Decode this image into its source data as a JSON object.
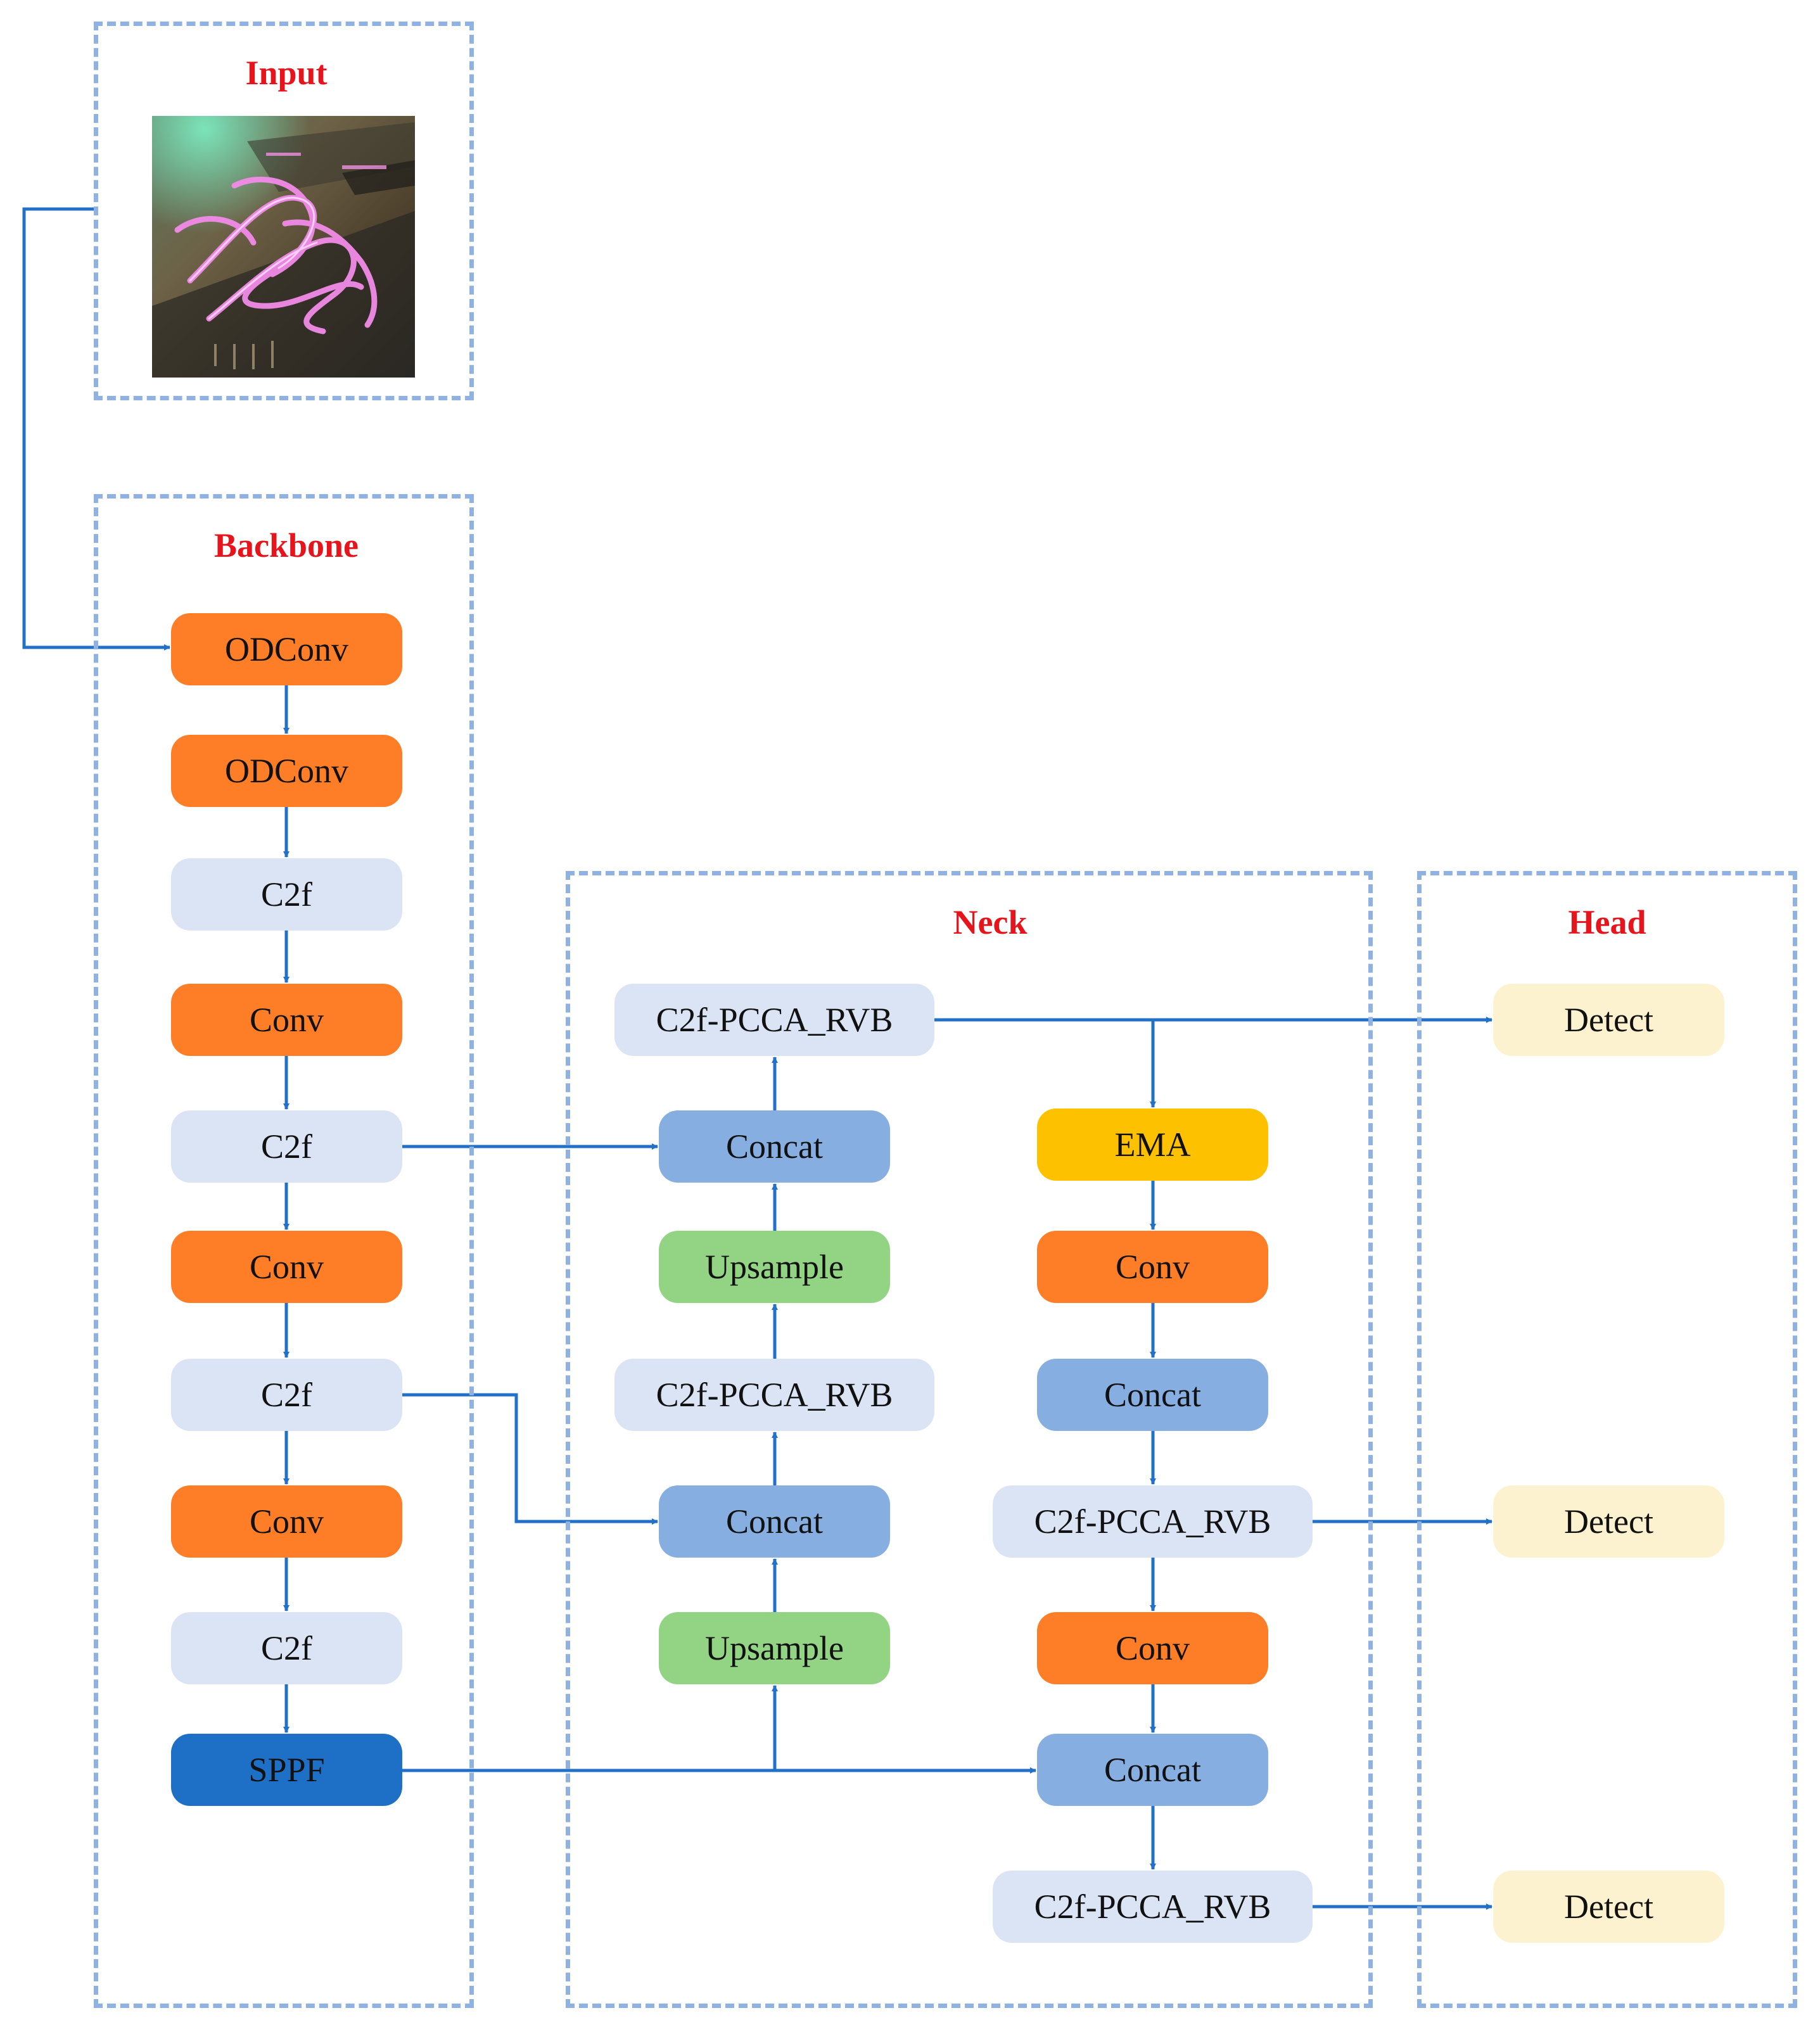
{
  "colors": {
    "frame": "#8fb2e2",
    "title": "#e8141b",
    "arrow": "#2370c9",
    "orange": "#fd7e26",
    "light": "#dbe4f4",
    "concat": "#86aee0",
    "green": "#93d384",
    "yellow": "#fec100",
    "sppf": "#1e6fc6",
    "detect": "#fdf2cf"
  },
  "groups": {
    "input": "Input",
    "backbone": "Backbone",
    "neck": "Neck",
    "head": "Head"
  },
  "backbone": [
    {
      "label": "ODConv",
      "style": "orange"
    },
    {
      "label": "ODConv",
      "style": "orange"
    },
    {
      "label": "C2f",
      "style": "light"
    },
    {
      "label": "Conv",
      "style": "orange"
    },
    {
      "label": "C2f",
      "style": "light"
    },
    {
      "label": "Conv",
      "style": "orange"
    },
    {
      "label": "C2f",
      "style": "light"
    },
    {
      "label": "Conv",
      "style": "orange"
    },
    {
      "label": "C2f",
      "style": "light"
    },
    {
      "label": "SPPF",
      "style": "sppf"
    }
  ],
  "neck_up": [
    {
      "label": "C2f-PCCA_RVB",
      "style": "light"
    },
    {
      "label": "Concat",
      "style": "concat"
    },
    {
      "label": "Upsample",
      "style": "green"
    },
    {
      "label": "C2f-PCCA_RVB",
      "style": "light"
    },
    {
      "label": "Concat",
      "style": "concat"
    },
    {
      "label": "Upsample",
      "style": "green"
    }
  ],
  "neck_down": [
    {
      "label": "EMA",
      "style": "yellow"
    },
    {
      "label": "Conv",
      "style": "orange"
    },
    {
      "label": "Concat",
      "style": "concat"
    },
    {
      "label": "C2f-PCCA_RVB",
      "style": "light"
    },
    {
      "label": "Conv",
      "style": "orange"
    },
    {
      "label": "Concat",
      "style": "concat"
    },
    {
      "label": "C2f-PCCA_RVB",
      "style": "light"
    }
  ],
  "head": [
    {
      "label": "Detect",
      "style": "detect"
    },
    {
      "label": "Detect",
      "style": "detect"
    },
    {
      "label": "Detect",
      "style": "detect"
    }
  ]
}
